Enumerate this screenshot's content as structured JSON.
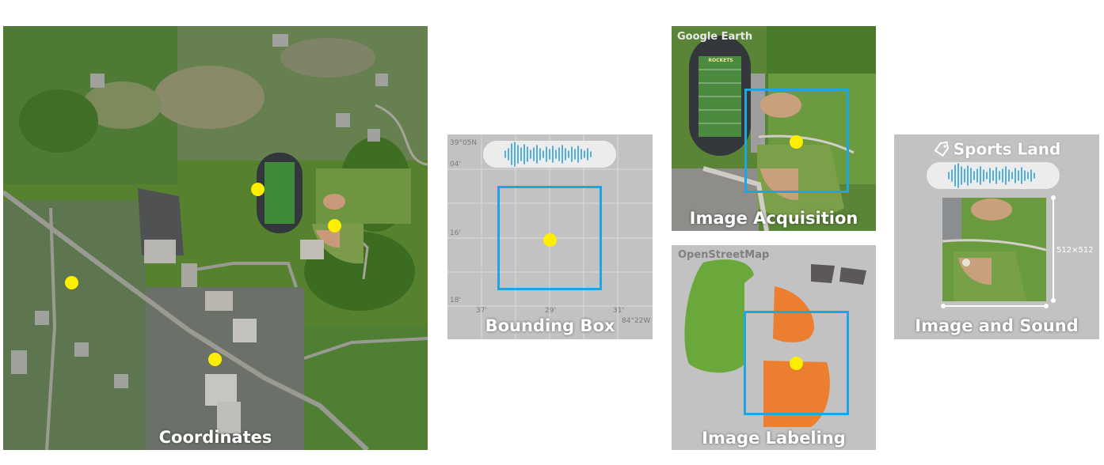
{
  "colors": {
    "dot": "#ffee00",
    "bbox": "#1ea6e0",
    "panel_gray": "#c2c2c2",
    "building_green": "#6aa83b",
    "field_orange": "#ec7f2f",
    "building_dark": "#5c5858",
    "aerial_green": "#4d7a2d"
  },
  "panels": {
    "coordinates": {
      "caption": "Coordinates"
    },
    "bounding_box": {
      "caption": "Bounding Box",
      "lat_label": "39°05N",
      "lat_ticks": [
        "04'",
        "16'",
        "18'"
      ],
      "lon_ticks": [
        "37'",
        "29'",
        "31'"
      ],
      "lon_label": "84°22W"
    },
    "image_acquisition": {
      "caption": "Image Acquisition",
      "source": "Google Earth",
      "stadium_text": "ROCKETS"
    },
    "image_labeling": {
      "caption": "Image Labeling",
      "source": "OpenStreetMap"
    },
    "image_and_sound": {
      "caption": "Image and Sound",
      "tag_icon": "tag-icon",
      "title": "Sports Land",
      "size_label": "512×512"
    }
  },
  "icons": {
    "waveform": "waveform-icon",
    "tag": "tag-icon"
  }
}
